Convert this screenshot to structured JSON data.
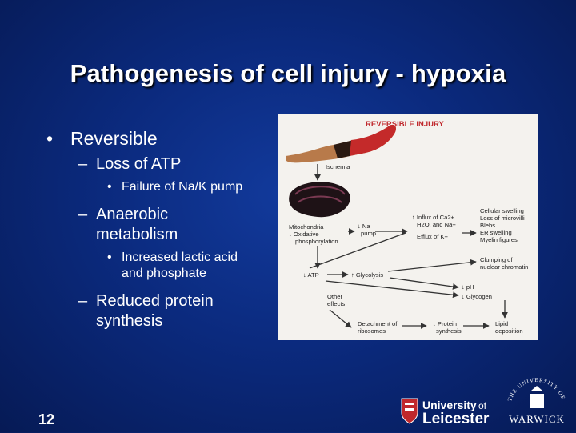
{
  "slide": {
    "title": "Pathogenesis of cell injury - hypoxia",
    "page_number": "12"
  },
  "bullets": {
    "b1": "Reversible",
    "b1_1": "Loss of ATP",
    "b1_1_1": "Failure of Na/K pump",
    "b1_2a": "Anaerobic",
    "b1_2b": "metabolism",
    "b1_2_1a": "Increased lactic acid",
    "b1_2_1b": "and phosphate",
    "b1_3a": "Reduced protein",
    "b1_3b": "synthesis"
  },
  "figure": {
    "heading": "REVERSIBLE INJURY",
    "ischemia": "Ischemia",
    "mito1": "Mitochondria",
    "mito2": "↓ Oxidative",
    "mito3": "phosphorylation",
    "na1": "↓ Na",
    "na2": "pump",
    "influx1": "↑ Influx of Ca2+",
    "influx2": "H2O, and Na+",
    "efflux": "Efflux of K+",
    "effects1": "Cellular swelling",
    "effects2": "Loss of microvilli",
    "effects3": "Blebs",
    "effects4": "ER swelling",
    "effects5": "Myelin figures",
    "clump1": "Clumping of",
    "clump2": "nuclear chromatin",
    "atp": "↓ ATP",
    "glycolysis": "↑ Glycolysis",
    "ph": "↓ pH",
    "glycogen": "↓ Glycogen",
    "other1": "Other",
    "other2": "effects",
    "detach1": "Detachment of",
    "detach2": "ribosomes",
    "protein1": "↓ Protein",
    "protein2": "synthesis",
    "lipid1": "Lipid",
    "lipid2": "deposition"
  },
  "logos": {
    "leicester1": "University",
    "leicester_of": "of",
    "leicester2": "Leicester",
    "warwick": "WARWICK",
    "warwick_arc": "THE UNIVERSITY OF"
  },
  "colors": {
    "background": "#0b2a7e",
    "heading_red": "#c0282c",
    "arrow": "#333333"
  }
}
